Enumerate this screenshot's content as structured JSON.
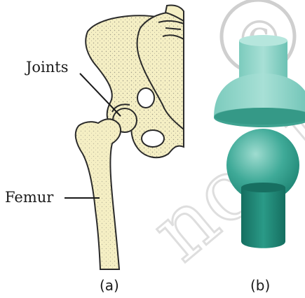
{
  "labels": {
    "joints": "Joints",
    "femur": "Femur"
  },
  "captions": {
    "a": "(a)",
    "b": "(b)"
  },
  "colors": {
    "bone_fill": "#f5efc4",
    "bone_outline": "#2a2a2a",
    "joint_teal_light": "#8fd2c6",
    "joint_teal_mid": "#4fb3a4",
    "joint_teal_dark": "#1f8b7b",
    "watermark": "#b8b8b8"
  },
  "watermark": {
    "symbol": "©",
    "text": "not to"
  }
}
